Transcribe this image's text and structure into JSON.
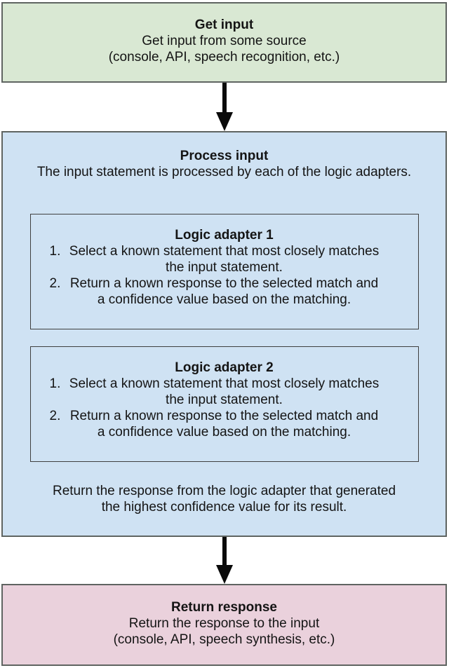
{
  "diagram": {
    "get_input": {
      "title": "Get input",
      "lines": [
        "Get input from some source",
        "(console, API, speech recognition, etc.)"
      ]
    },
    "process_input": {
      "title": "Process input",
      "description": "The input statement is processed by each of the logic adapters.",
      "adapters": [
        {
          "title": "Logic adapter 1",
          "steps": [
            {
              "num": "1.",
              "lines": [
                "Select a known statement that most closely matches",
                "the input statement."
              ]
            },
            {
              "num": "2.",
              "lines": [
                "Return a known response to the selected match and",
                "a confidence value based on the matching."
              ]
            }
          ]
        },
        {
          "title": "Logic adapter 2",
          "steps": [
            {
              "num": "1.",
              "lines": [
                "Select a known statement that most closely matches",
                "the input statement."
              ]
            },
            {
              "num": "2.",
              "lines": [
                "Return a known response to the selected match and",
                "a confidence value based on the matching."
              ]
            }
          ]
        }
      ],
      "footer_lines": [
        "Return the response from the logic adapter that generated",
        "the highest confidence value for its result."
      ]
    },
    "return_response": {
      "title": "Return response",
      "lines": [
        "Return the response to the input",
        "(console, API, speech synthesis, etc.)"
      ]
    },
    "colors": {
      "get_input_bg": "#d9e8d3",
      "process_input_bg": "#cfe2f3",
      "return_response_bg": "#ead1dc",
      "node_border": "#5f6461",
      "adapter_border": "#3f3f3f",
      "arrow": "#0a0a0a",
      "text": "#141414"
    }
  }
}
